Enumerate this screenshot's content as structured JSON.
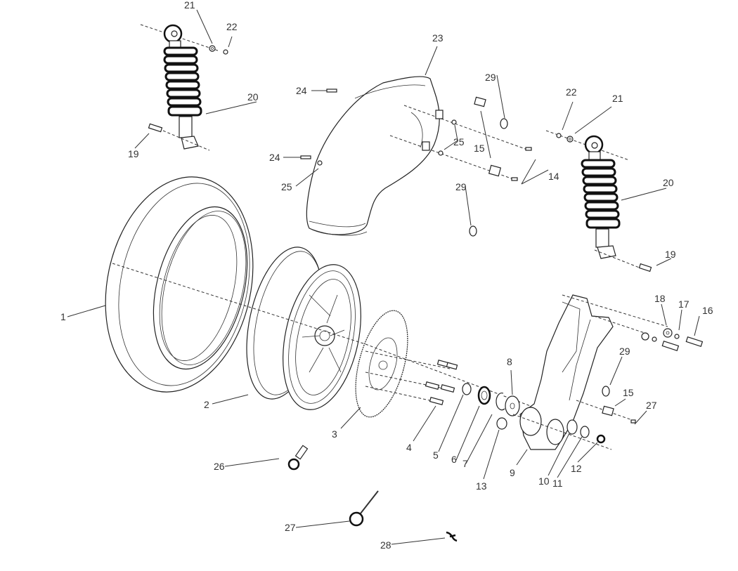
{
  "diagram": {
    "type": "exploded-parts-diagram",
    "subject": "rear wheel and suspension assembly",
    "callouts": [
      {
        "id": "c1",
        "label": "1",
        "part": "tire"
      },
      {
        "id": "c2",
        "label": "2",
        "part": "wheel-rim"
      },
      {
        "id": "c3",
        "label": "3",
        "part": "brake-disc"
      },
      {
        "id": "c4",
        "label": "4",
        "part": "disc-bolt"
      },
      {
        "id": "c5",
        "label": "5",
        "part": "spacer"
      },
      {
        "id": "c6",
        "label": "6",
        "part": "bearing"
      },
      {
        "id": "c7",
        "label": "7",
        "part": "circlip"
      },
      {
        "id": "c8",
        "label": "8",
        "part": "bushing"
      },
      {
        "id": "c9",
        "label": "9",
        "part": "swing-arm"
      },
      {
        "id": "c10",
        "label": "10",
        "part": "bearing"
      },
      {
        "id": "c11",
        "label": "11",
        "part": "collar"
      },
      {
        "id": "c12",
        "label": "12",
        "part": "axle-nut"
      },
      {
        "id": "c13",
        "label": "13",
        "part": "collar"
      },
      {
        "id": "c14",
        "label": "14",
        "part": "bolts"
      },
      {
        "id": "c15a",
        "label": "15",
        "part": "clip-nut"
      },
      {
        "id": "c15b",
        "label": "15",
        "part": "clip-nut"
      },
      {
        "id": "c16",
        "label": "16",
        "part": "bolt"
      },
      {
        "id": "c17",
        "label": "17",
        "part": "spring-washer"
      },
      {
        "id": "c18",
        "label": "18",
        "part": "washer"
      },
      {
        "id": "c19a",
        "label": "19",
        "part": "bolt"
      },
      {
        "id": "c19b",
        "label": "19",
        "part": "bolt"
      },
      {
        "id": "c20a",
        "label": "20",
        "part": "shock-absorber"
      },
      {
        "id": "c20b",
        "label": "20",
        "part": "shock-absorber"
      },
      {
        "id": "c21a",
        "label": "21",
        "part": "washer"
      },
      {
        "id": "c21b",
        "label": "21",
        "part": "washer"
      },
      {
        "id": "c22a",
        "label": "22",
        "part": "nut"
      },
      {
        "id": "c22b",
        "label": "22",
        "part": "nut"
      },
      {
        "id": "c23",
        "label": "23",
        "part": "rear-fender"
      },
      {
        "id": "c24a",
        "label": "24",
        "part": "screw"
      },
      {
        "id": "c24b",
        "label": "24",
        "part": "screw"
      },
      {
        "id": "c25a",
        "label": "25",
        "part": "clip"
      },
      {
        "id": "c25b",
        "label": "25",
        "part": "clip"
      },
      {
        "id": "c26",
        "label": "26",
        "part": "tire-valve"
      },
      {
        "id": "c27a",
        "label": "27",
        "part": "cotter-pin"
      },
      {
        "id": "c27b",
        "label": "27",
        "part": "cotter-pin"
      },
      {
        "id": "c28",
        "label": "28",
        "part": "clip"
      },
      {
        "id": "c29a",
        "label": "29",
        "part": "rubber-grommet"
      },
      {
        "id": "c29b",
        "label": "29",
        "part": "rubber-grommet"
      },
      {
        "id": "c29c",
        "label": "29",
        "part": "rubber-grommet"
      }
    ]
  }
}
